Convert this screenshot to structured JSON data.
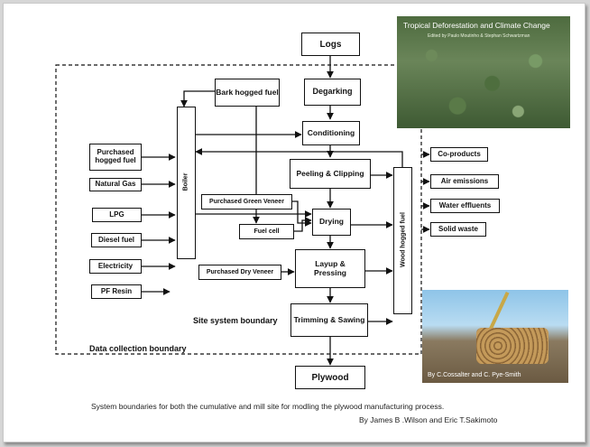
{
  "diagram": {
    "inputs": {
      "logs": "Logs",
      "bark_hogged_fuel": "Bark hogged fuel",
      "purchased_hogged_fuel": "Purchased hogged fuel",
      "natural_gas": "Natural Gas",
      "lpg": "LPG",
      "diesel_fuel": "Diesel fuel",
      "electricity": "Electricity",
      "pf_resin": "PF Resin",
      "purchased_green_veneer": "Purchased Green Veneer",
      "purchased_dry_veneer": "Purchased Dry Veneer"
    },
    "process": {
      "debarking": "Degarking",
      "conditioning": "Conditioning",
      "peeling_clipping": "Peeling & Clipping",
      "drying": "Drying",
      "layup_pressing": "Layup & Pressing",
      "trimming_sawing": "Trimming & Sawing",
      "boiler": "Boiler",
      "fuel_cell": "Fuel cell",
      "wood_hogged_fuel": "Wood hogged fuel"
    },
    "outputs": {
      "plywood": "Plywood",
      "co_products": "Co-products",
      "air_emissions": "Air emissions",
      "water_effluents": "Water effluents",
      "solid_waste": "Solid waste"
    },
    "boundaries": {
      "site": "Site system boundary",
      "data_collection": "Data collection boundary"
    }
  },
  "photos": {
    "forest_title": "Tropical Deforestation and Climate Change",
    "forest_subtitle": "Edited by Paulo Moutinho & Stephan Schwartzman",
    "logs_credit": "By C.Cossalter and C. Pye-Smith"
  },
  "caption": {
    "line1": "System boundaries for both the cumulative and mill site for modling the plywood manufacturing process.",
    "line2": "By  James B .Wilson and Eric T.Sakimoto"
  }
}
